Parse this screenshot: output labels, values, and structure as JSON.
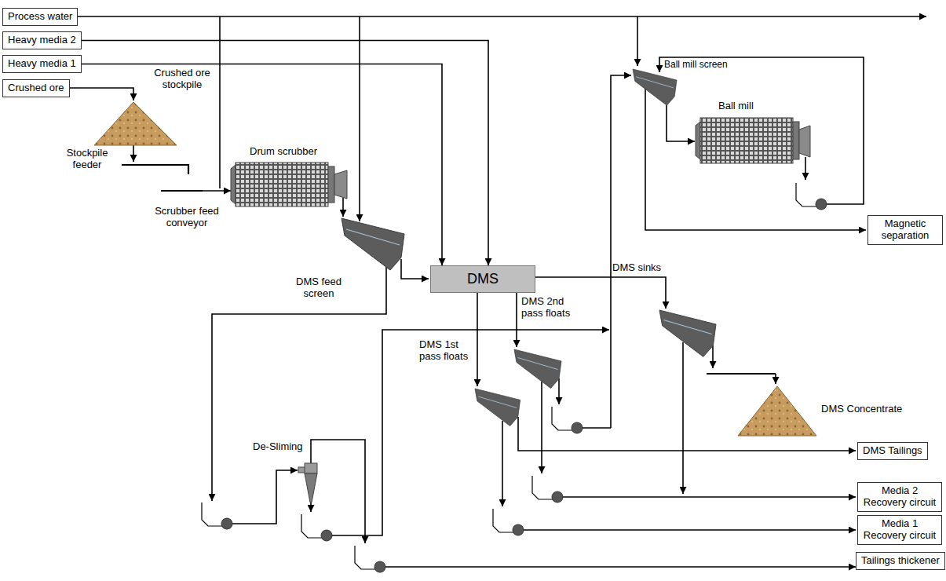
{
  "diagram": {
    "nodes": [
      {
        "text": [
          "Process water"
        ]
      },
      {
        "text": [
          "Heavy media 2"
        ]
      },
      {
        "text": [
          "Heavy media 1"
        ]
      },
      {
        "text": [
          "Crushed ore"
        ]
      },
      {
        "text": [
          "DMS"
        ]
      },
      {
        "text": [
          "Magnetic separation"
        ]
      },
      {
        "text": [
          "DMS Tailings"
        ]
      },
      {
        "text": [
          "Media 2 Recovery circuit"
        ]
      },
      {
        "text": [
          "Media 1 Recovery circuit"
        ]
      },
      {
        "text": [
          "Tailings thickener"
        ]
      }
    ],
    "edges": [
      {
        "from": 1,
        "to": 4,
        "arrow": "to"
      },
      {
        "from": 2,
        "to": 4,
        "arrow": "to"
      }
    ],
    "labels": [
      "Crushed ore stockpile",
      "Stockpile feeder",
      "Scrubber feed conveyor",
      "Drum scrubber",
      "DMS feed screen",
      "Ball mill screen",
      "Ball mill",
      "DMS sinks",
      "DMS 2nd pass floats",
      "DMS 1st pass floats",
      "De-Sliming",
      "DMS Concentrate"
    ]
  }
}
